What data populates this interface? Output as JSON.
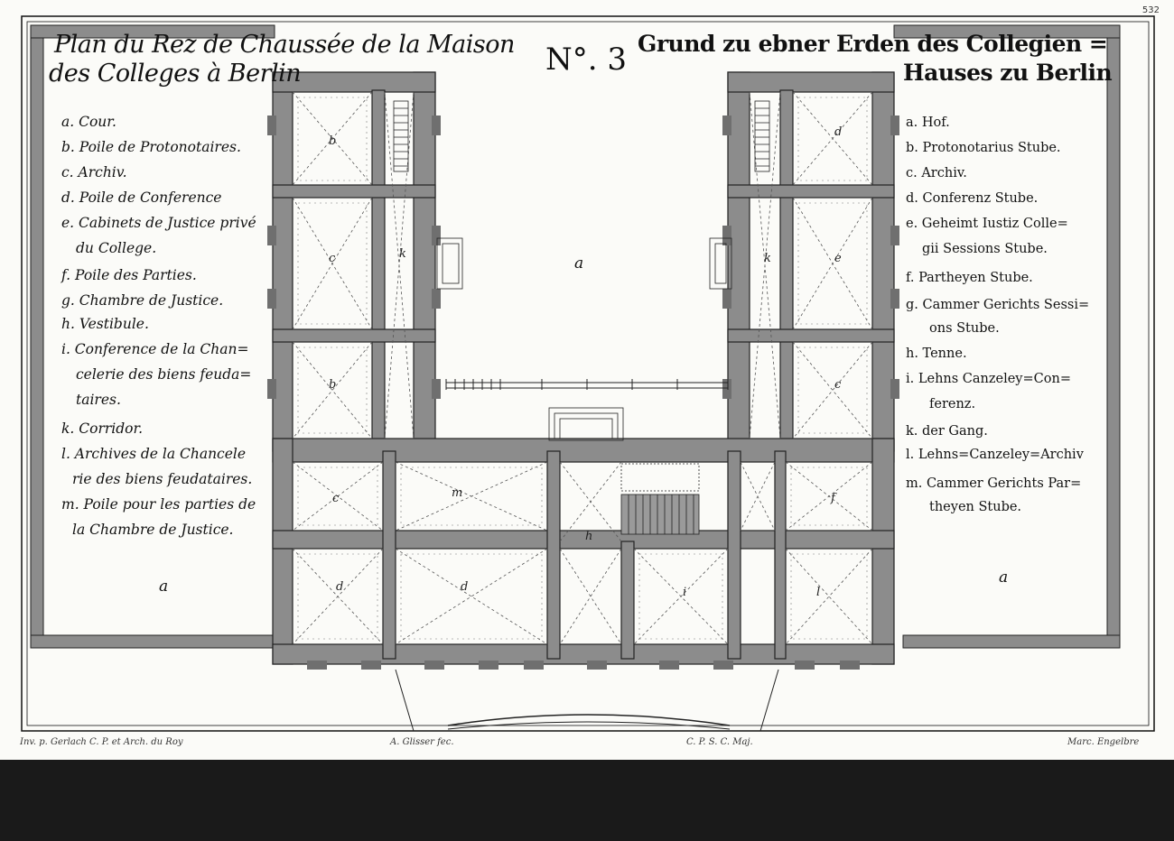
{
  "plate": {
    "page_number": "532",
    "number": "N°. 3",
    "title_fr_line1": "Plan du Rez de Chaussée de la Maison",
    "title_fr_line2": "des Colleges à Berlin",
    "title_de_line1": "Grund zu ebner Erden des Collegien =",
    "title_de_line2": "Hauses zu Berlin"
  },
  "legend_fr": [
    "a. Cour.",
    "b. Poile de Protonotaires.",
    "c. Archiv.",
    "d. Poile de Conference",
    "e. Cabinets de Justice privé",
    "du College.",
    "f. Poile des Parties.",
    "g. Chambre de Justice.",
    "h. Vestibule.",
    "i. Conference de la Chan=",
    "celerie des biens feuda=",
    "taires.",
    "k. Corridor.",
    "l. Archives de la Chancele",
    "rie des biens feudataires.",
    "m. Poile pour les parties de",
    "la Chambre de Justice."
  ],
  "legend_de": [
    "a. Hof.",
    "b. Protonotarius Stube.",
    "c. Archiv.",
    "d. Conferenz Stube.",
    "e. Geheimt Iustiz Colle=",
    "gii Sessions Stube.",
    "f. Partheyen Stube.",
    "g. Cammer Gerichts Sessi=",
    "ons Stube.",
    "h. Tenne.",
    "i. Lehns Canzeley=Con=",
    "ferenz.",
    "k. der Gang.",
    "l. Lehns=Canzeley=Archiv",
    "m. Cammer Gerichts Par=",
    "theyen Stube."
  ],
  "room_labels": {
    "court": "a",
    "yard_left": "a",
    "yard_right": "a",
    "left_wing": [
      "b",
      "c",
      "k",
      "b"
    ],
    "right_wing": [
      "d",
      "k",
      "e",
      "c"
    ],
    "front_row_top": [
      "c",
      "m",
      "h",
      "f"
    ],
    "front_row_bottom": [
      "d",
      "d",
      "i",
      "l"
    ]
  },
  "credits": [
    "Inv. p. Gerlach C. P. et Arch. du Roy",
    "A. Glisser fec.",
    "C. P. S. C. Maj.",
    "Marc. Engelbre"
  ],
  "colors": {
    "ink": "#111111",
    "wall": "#8c8c8c",
    "paper": "#fbfbf8",
    "strip": "#1a1a1a"
  }
}
